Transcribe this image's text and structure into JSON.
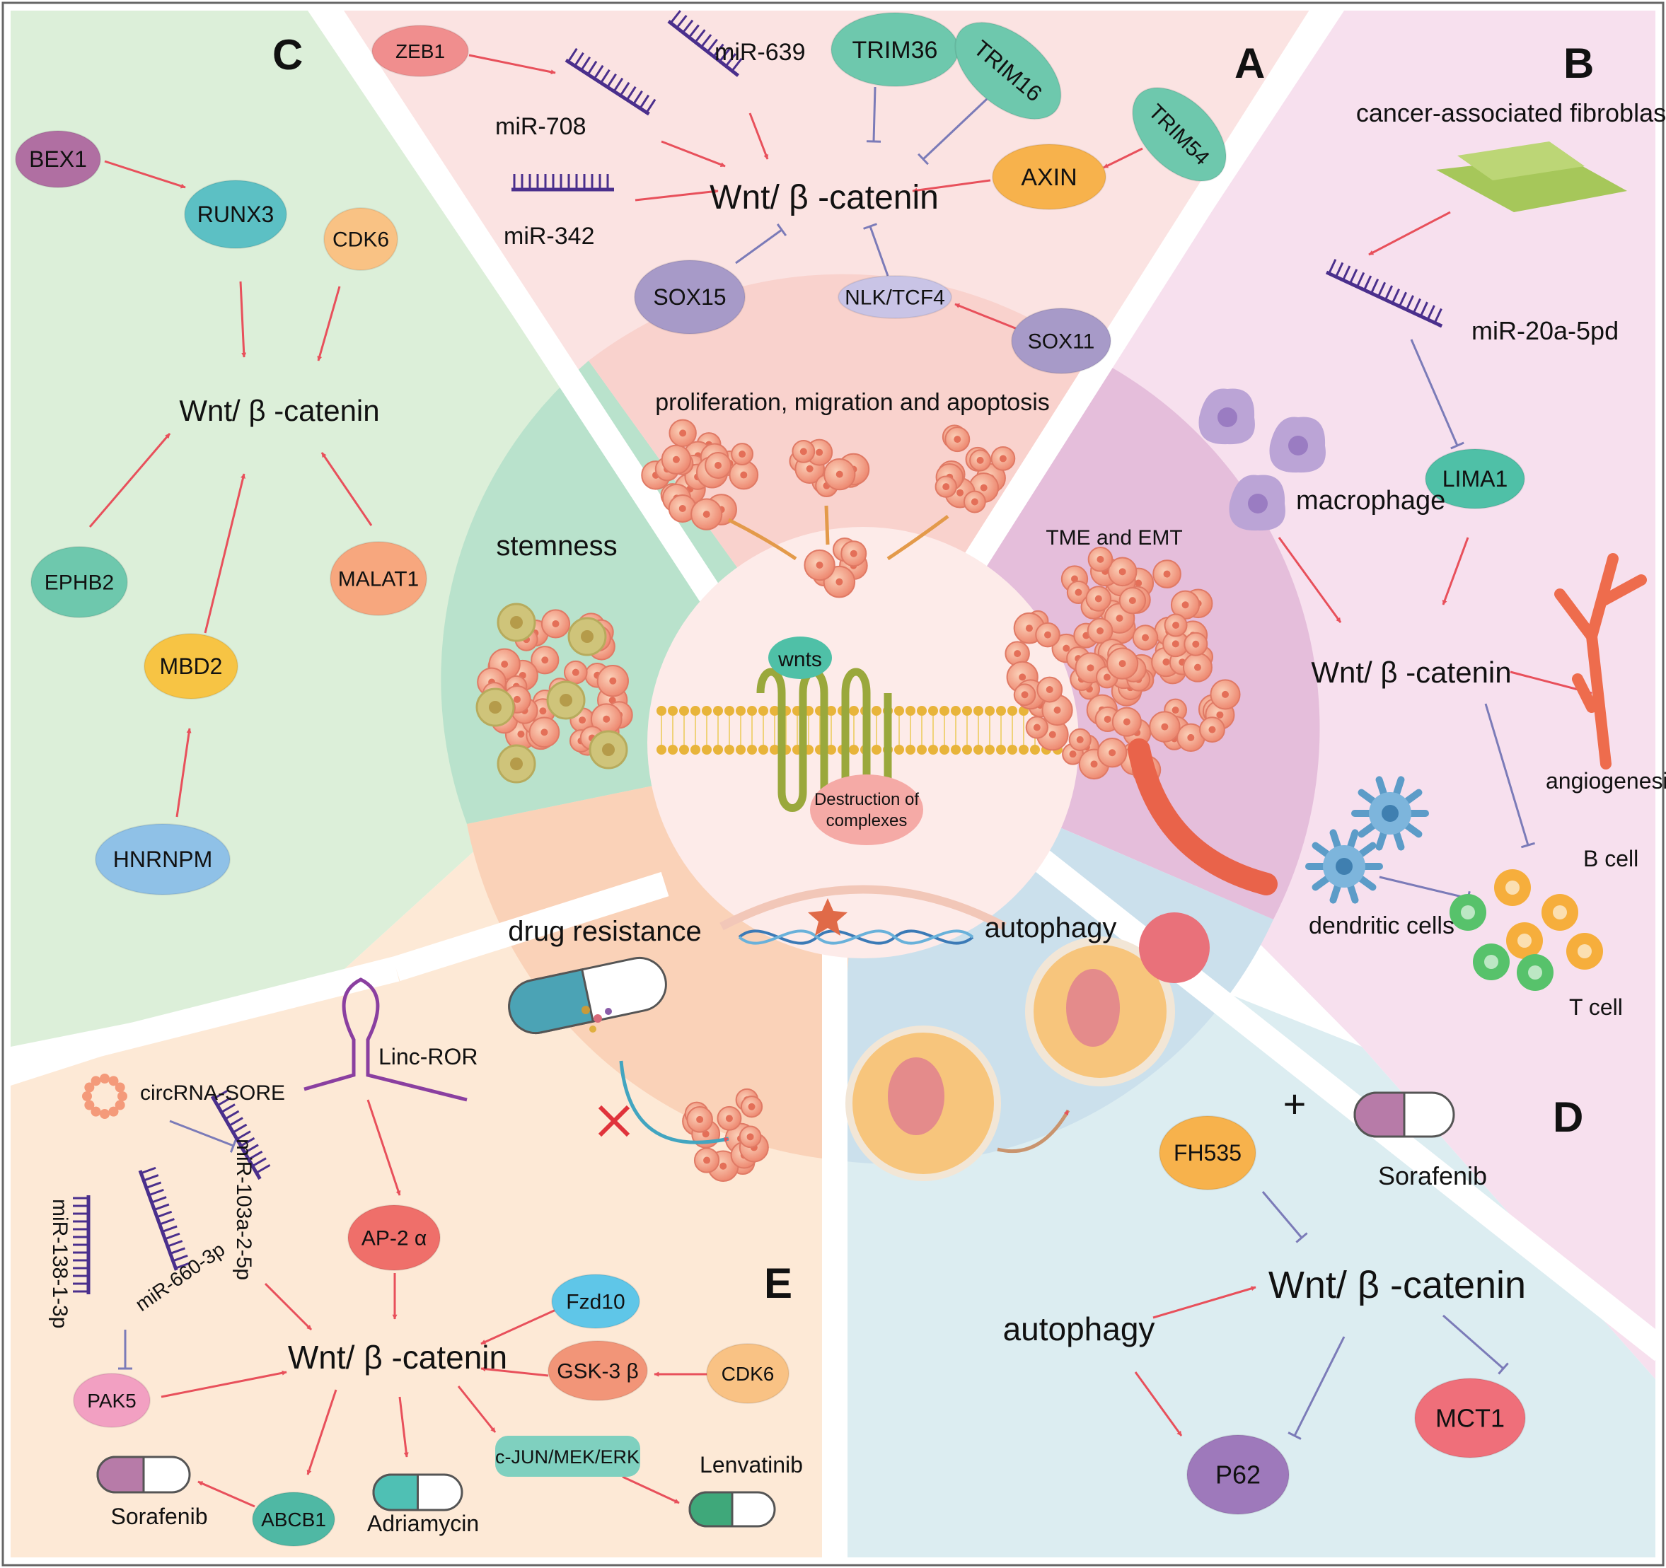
{
  "panels": {
    "A": {
      "letter": "A",
      "core": "Wnt/ β -catenin",
      "nodes": {
        "zeb1": "ZEB1",
        "mir639": "miR-639",
        "trim36": "TRIM36",
        "trim16": "TRIM16",
        "mir708": "miR-708",
        "trim54": "TRIM54",
        "axin": "AXIN",
        "mir342": "miR-342",
        "sox15": "SOX15",
        "nlk": "NLK/TCF4",
        "sox11": "SOX11"
      },
      "sector": "proliferation, migration and apoptosis"
    },
    "B": {
      "letter": "B",
      "core": "Wnt/ β -catenin",
      "nodes": {
        "caf": "cancer-associated fibroblasts",
        "mir20a": "miR-20a-5pd",
        "macrophage": "macrophage",
        "lima1": "LIMA1",
        "angiogenesis": "angiogenesis",
        "bcell": "B cell",
        "dendritic": "dendritic cells",
        "tcell": "T cell"
      },
      "sector": "TME and EMT"
    },
    "C": {
      "letter": "C",
      "core": "Wnt/ β -catenin",
      "nodes": {
        "bex1": "BEX1",
        "runx3": "RUNX3",
        "cdk6": "CDK6",
        "ephb2": "EPHB2",
        "malat1": "MALAT1",
        "mbd2": "MBD2",
        "hnrnpm": "HNRNPM"
      },
      "sector": "stemness"
    },
    "D": {
      "letter": "D",
      "core": "Wnt/ β -catenin",
      "nodes": {
        "plus": "+",
        "fh535": "FH535",
        "sorafenib": "Sorafenib",
        "autophagy": "autophagy",
        "p62": "P62",
        "mct1": "MCT1"
      },
      "sector": "autophagy"
    },
    "E": {
      "letter": "E",
      "core": "Wnt/ β -catenin",
      "nodes": {
        "circ": "circRNA-SORE",
        "lincror": "Linc-ROR",
        "mir103": "miR-103a-2-5p",
        "mir138": "miR-138-1-3p",
        "mir660": "miR-660-3p",
        "ap2": "AP-2 α",
        "fzd10": "Fzd10",
        "gsk3": "GSK-3 β",
        "cdk6": "CDK6",
        "pak5": "PAK5",
        "cjun": "c-JUN/MEK/ERK",
        "lenvatinib": "Lenvatinib",
        "sorafenib": "Sorafenib",
        "abcb1": "ABCB1",
        "adriamycin": "Adriamycin"
      },
      "sector": "drug resistance"
    }
  },
  "center": {
    "wnts": "wnts",
    "destruction": "Destruction of complexes"
  },
  "colors": {
    "activation": "#e8505b",
    "inhibition": "#7b7bb8",
    "mirna": "#4a2f8c"
  }
}
